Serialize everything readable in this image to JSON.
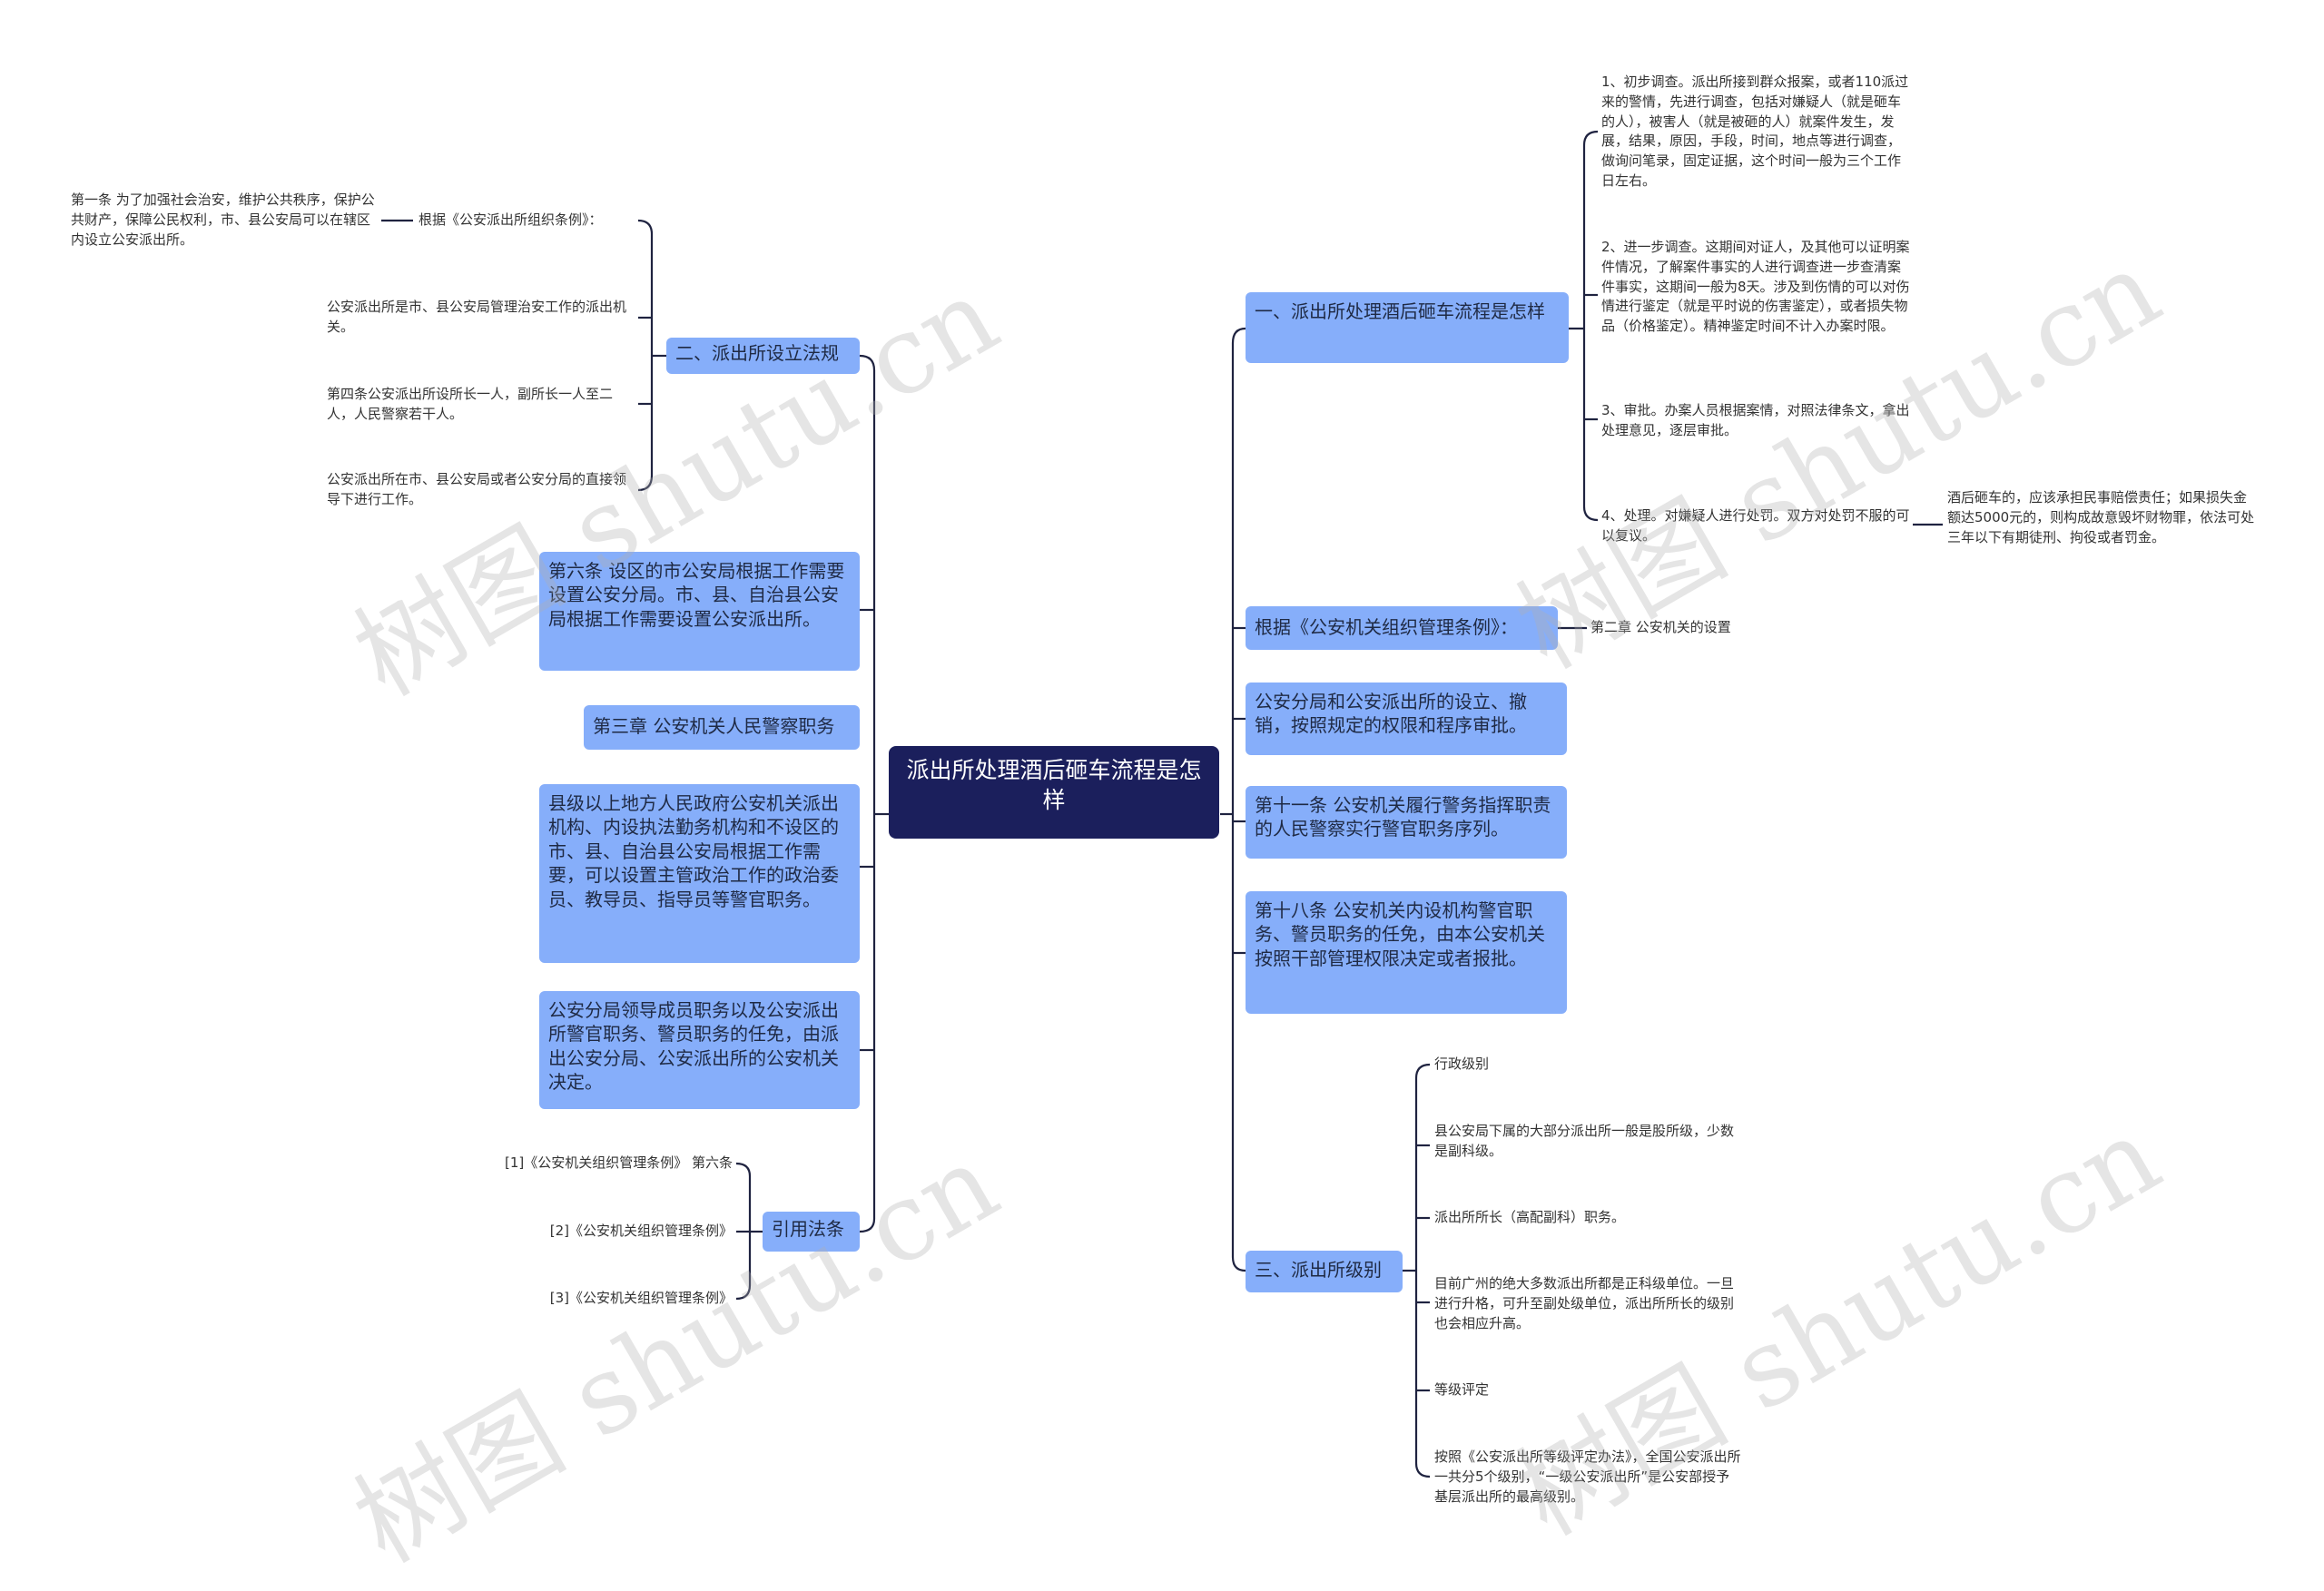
{
  "root": "派出所处理酒后砸车流程是怎样",
  "left": {
    "regulations": {
      "label": "二、派出所设立法规",
      "basis": "根据《公安派出所组织条例》：",
      "article1": "第一条 为了加强社会治安，维护公共秩序，保护公共财产，保障公民权利，市、县公安局可以在辖区内设立公安派出所。",
      "item2": "公安派出所是市、县公安局管理治安工作的派出机关。",
      "item3": "第四条公安派出所设所长一人，副所长一人至二人，人民警察若干人。",
      "item4": "公安派出所在市、县公安局或者公安分局的直接领导下进行工作。"
    },
    "article6": "第六条 设区的市公安局根据工作需要设置公安分局。市、县、自治县公安局根据工作需要设置公安派出所。",
    "chapter3": "第三章 公安机关人民警察职务",
    "political": "县级以上地方人民政府公安机关派出机构、内设执法勤务机构和不设区的市、县、自治县公安局根据工作需要，可以设置主管政治工作的政治委员、教导员、指导员等警官职务。",
    "appointment": "公安分局领导成员职务以及公安派出所警官职务、警员职务的任免，由派出公安分局、公安派出所的公安机关决定。",
    "citations": {
      "label": "引用法条",
      "items": [
        "[1]《公安机关组织管理条例》 第六条",
        "[2]《公安机关组织管理条例》",
        "[3]《公安机关组织管理条例》"
      ]
    }
  },
  "right": {
    "process": {
      "label": "一、派出所处理酒后砸车流程是怎样",
      "steps": [
        "1、初步调查。派出所接到群众报案，或者110派过来的警情，先进行调查，包括对嫌疑人（就是砸车的人），被害人（就是被砸的人）就案件发生，发展，结果，原因，手段，时间，地点等进行调查，做询问笔录，固定证据，这个时间一般为三个工作日左右。",
        "2、进一步调查。这期间对证人，及其他可以证明案件情况，了解案件事实的人进行调查进一步查清案件事实，这期间一般为8天。涉及到伤情的可以对伤情进行鉴定（就是平时说的伤害鉴定），或者损失物品（价格鉴定）。精神鉴定时间不计入办案时限。",
        "3、审批。办案人员根据案情，对照法律条文，拿出处理意见，逐层审批。",
        "4、处理。对嫌疑人进行处罚。双方对处罚不服的可以复议。"
      ],
      "step4_note": "酒后砸车的，应该承担民事赔偿责任；如果损失金额达5000元的，则构成故意毁坏财物罪，依法可处三年以下有期徒刑、拘役或者罚金。"
    },
    "org_basis": "根据《公安机关组织管理条例》：",
    "org_basis_child": "第二章 公安机关的设置",
    "establish": "公安分局和公安派出所的设立、撤销，按照规定的权限和程序审批。",
    "article11": "第十一条 公安机关履行警务指挥职责的人民警察实行警官职务序列。",
    "article18": "第十八条 公安机关内设机构警官职务、警员职务的任免，由本公安机关按照干部管理权限决定或者报批。",
    "level": {
      "label": "三、派出所级别",
      "items": [
        "行政级别",
        "县公安局下属的大部分派出所一般是股所级，少数是副科级。",
        "派出所所长（高配副科）职务。",
        "目前广州的绝大多数派出所都是正科级单位。一旦进行升格，可升至副处级单位，派出所所长的级别也会相应升高。",
        "等级评定",
        "按照《公安派出所等级评定办法》，全国公安派出所一共分5个级别，“一级公安派出所”是公安部授予基层派出所的最高级别。"
      ]
    }
  },
  "watermark": "树图 shutu.cn",
  "colors": {
    "root": "#1b1f5c",
    "branch": "#86aefa",
    "line": "#1f2340"
  }
}
